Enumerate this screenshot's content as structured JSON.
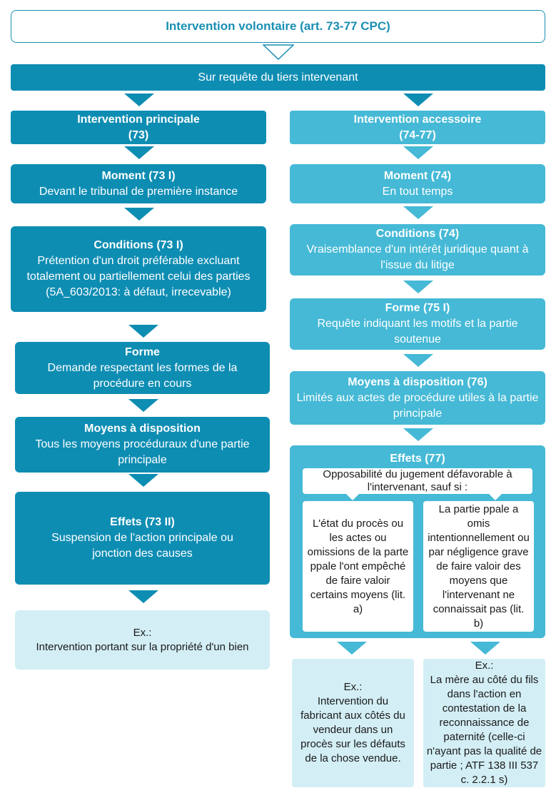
{
  "title": "Intervention volontaire (art. 73-77 CPC)",
  "request": "Sur requête du tiers intervenant",
  "left": {
    "header": {
      "title": "Intervention principale",
      "ref": "(73)"
    },
    "moment": {
      "title": "Moment (73 I)",
      "text": "Devant le tribunal de première instance"
    },
    "conditions": {
      "title": "Conditions (73 I)",
      "text": "Prétention d'un droit préférable excluant totalement ou partiellement celui des parties (5A_603/2013: à défaut, irrecevable)"
    },
    "forme": {
      "title": "Forme",
      "text": "Demande respectant les formes de la procédure en cours"
    },
    "moyens": {
      "title": "Moyens à disposition",
      "text": "Tous les moyens procéduraux d'une partie principale"
    },
    "effets": {
      "title": "Effets (73 II)",
      "text": "Suspension de l'action principale ou jonction des causes"
    },
    "example": {
      "label": "Ex.:",
      "text": "Intervention portant sur la propriété d'un bien"
    }
  },
  "right": {
    "header": {
      "title": "Intervention accessoire",
      "ref": "(74-77)"
    },
    "moment": {
      "title": "Moment (74)",
      "text": "En tout temps"
    },
    "conditions": {
      "title": "Conditions (74)",
      "text": "Vraisemblance d'un intérêt juridique quant à l'issue du litige"
    },
    "forme": {
      "title": "Forme (75 I)",
      "text": "Requête indiquant les motifs et la partie soutenue"
    },
    "moyens": {
      "title": "Moyens à disposition (76)",
      "text": "Limités aux actes de procédure utiles à la partie principale"
    },
    "effets": {
      "title": "Effets (77)",
      "opposability": "Opposabilité du jugement défavorable à l'intervenant, sauf si :",
      "lit_a": "L'état du procès ou les actes ou omissions de la parte ppale l'ont empêché de faire valoir certains moyens (lit. a)",
      "lit_b": "La partie ppale a omis intentionnellement ou par négligence grave de faire valoir des moyens que l'intervenant ne connaissait pas (lit. b)"
    },
    "example_a": {
      "label": "Ex.:",
      "text": "Intervention du fabricant aux côtés du vendeur dans un procès sur les défauts de la chose vendue."
    },
    "example_b": {
      "label": "Ex.:",
      "text": "La mère au côté du fils dans l'action en contestation de la reconnaissance de paternité (celle-ci n'ayant pas la qualité de partie ; ATF 138 III 537 c. 2.2.1 s)"
    }
  },
  "colors": {
    "dark": "#0e8db3",
    "light": "#45b9d6",
    "pale": "#d3eef5",
    "title": "#1a8fb3"
  }
}
